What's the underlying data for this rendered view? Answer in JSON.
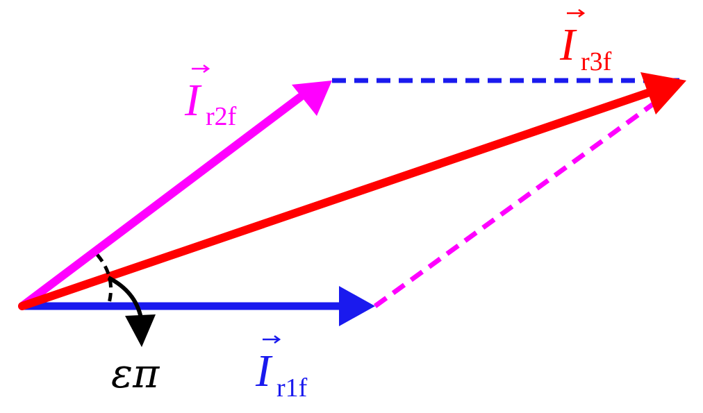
{
  "colors": {
    "i_r1f": "#1a1aee",
    "i_r2f": "#ff00ff",
    "i_r3f": "#ff0000",
    "angle": "#000000",
    "background": "#ffffff"
  },
  "vectors": {
    "i_r1f": {
      "symbol": "I",
      "subscript": "r1f"
    },
    "i_r2f": {
      "symbol": "I",
      "subscript": "r2f"
    },
    "i_r3f": {
      "symbol": "I",
      "subscript": "r3f"
    }
  },
  "angle_label": "επ"
}
